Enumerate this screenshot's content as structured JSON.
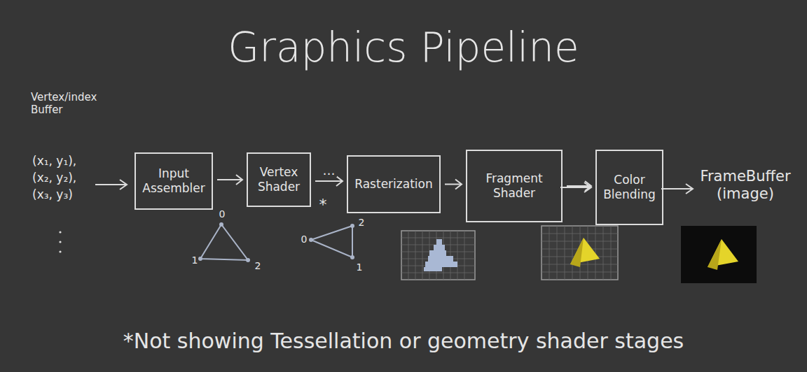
{
  "diagram": {
    "title": "Graphics Pipeline",
    "caption": "*Not showing Tessellation or geometry shader stages",
    "nodes": [
      {
        "text": [
          "Input Assembler"
        ]
      },
      {
        "text": [
          "Vertex Shader"
        ]
      },
      {
        "text": [
          "Rasterization"
        ]
      },
      {
        "text": [
          "Fragment Shader"
        ]
      },
      {
        "text": [
          "Color Blending"
        ]
      }
    ],
    "edges": [
      {
        "from": 0,
        "to": 1,
        "arrow": "to"
      },
      {
        "from": 1,
        "to": 2,
        "label": "…",
        "arrow": "to"
      },
      {
        "from": 2,
        "to": 3,
        "arrow": "to"
      },
      {
        "from": 3,
        "to": 4,
        "arrow": "to"
      }
    ],
    "labels": [
      "Vertex/index Buffer",
      "(x₁, y₁),",
      "(x₂, y₂),",
      "(x₃, y₃)",
      "0",
      "1",
      "2",
      "0",
      "2",
      "1",
      "*",
      "FrameBuffer (image)"
    ]
  }
}
